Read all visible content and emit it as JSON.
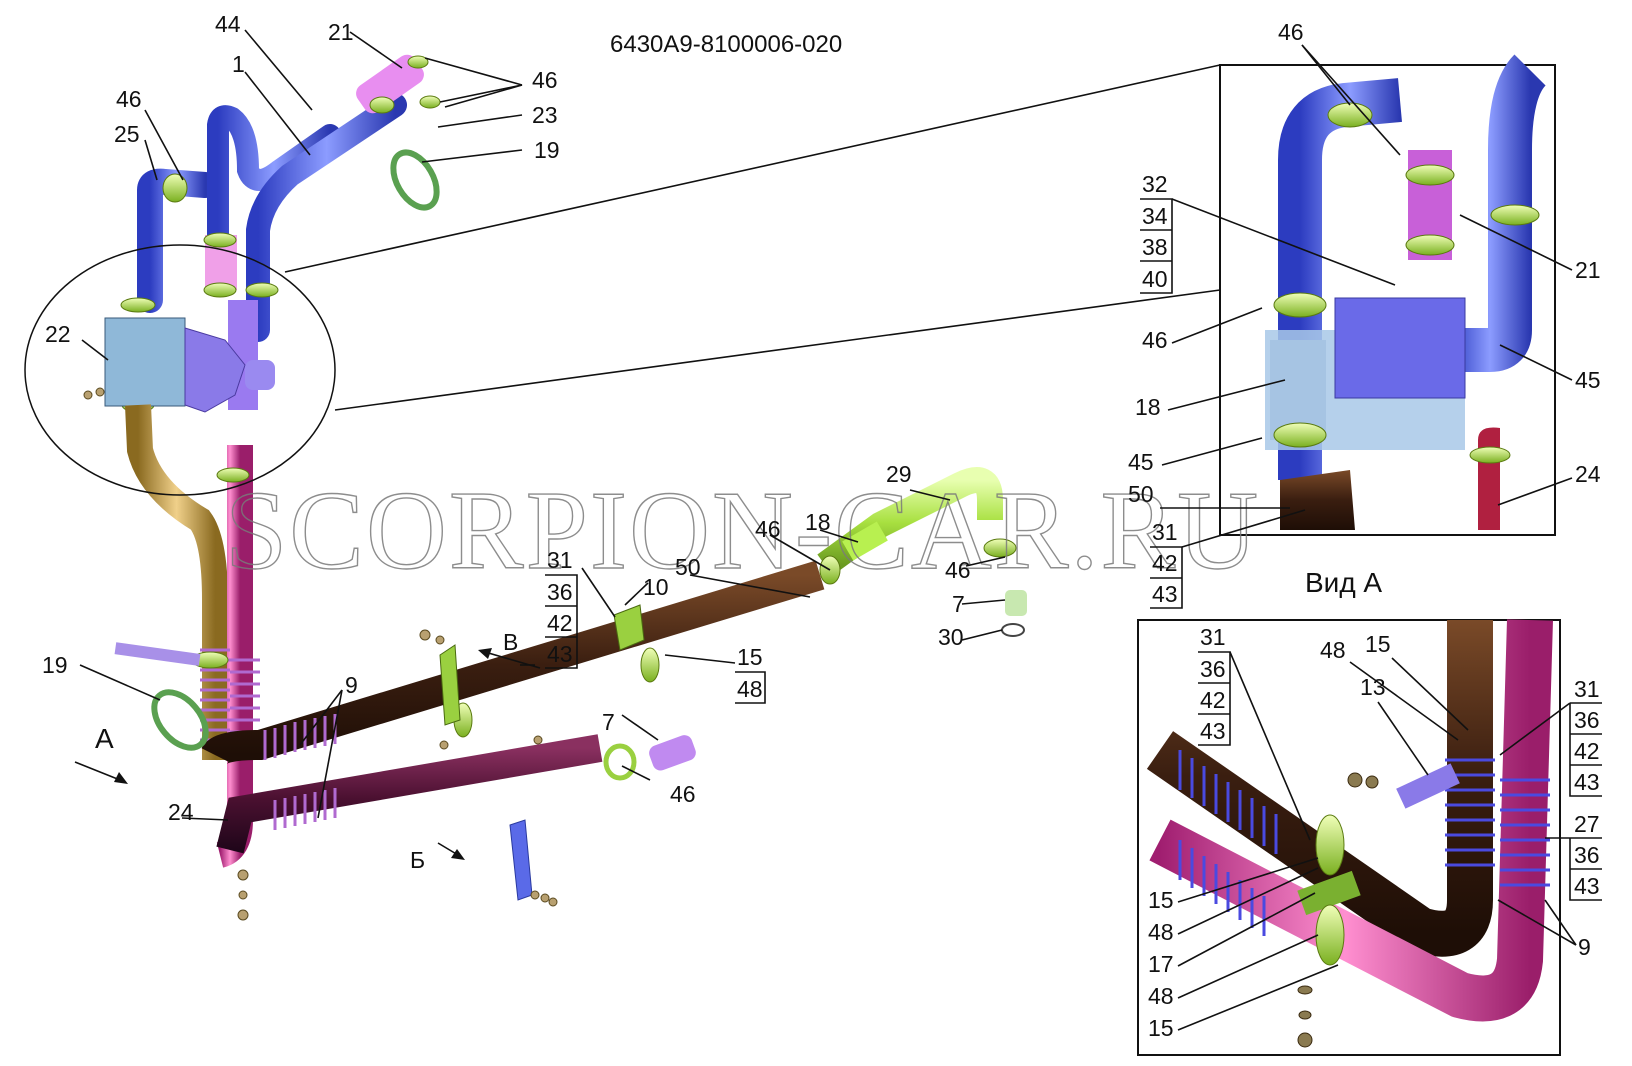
{
  "document_code": "6430A9-8100006-020",
  "watermark": "SCORPION-CAR.RU",
  "view_a_label": "Вид А",
  "arrow_a": "А",
  "arrow_b": "Б",
  "arrow_v": "В",
  "main_labels": {
    "n44": "44",
    "n21": "21",
    "n1": "1",
    "n46a": "46",
    "n23": "23",
    "n19a": "19",
    "n46b": "46",
    "n25": "25",
    "n22": "22",
    "n29": "29",
    "n46c": "46",
    "n18": "18",
    "n46d": "46",
    "n7a": "7",
    "n30": "30",
    "n50": "50",
    "n10": "10",
    "n19b": "19",
    "n9": "9",
    "n7b": "7",
    "n46e": "46",
    "n24": "24"
  },
  "group_31_36_42_43": [
    "31",
    "36",
    "42",
    "43"
  ],
  "group_15_48": [
    "15",
    "48"
  ],
  "detail_top": {
    "n46": "46",
    "group_32": [
      "32",
      "34",
      "38",
      "40"
    ],
    "n21": "21",
    "n46b": "46",
    "n45a": "45",
    "n18": "18",
    "n45b": "45",
    "n50": "50",
    "group_31": [
      "31",
      "42",
      "43"
    ],
    "n24": "24"
  },
  "detail_bottom": {
    "group_31_left": [
      "31",
      "36",
      "42",
      "43"
    ],
    "n48": "48",
    "n15": "15",
    "n13": "13",
    "group_31_right": [
      "31",
      "36",
      "42",
      "43"
    ],
    "group_27": [
      "27",
      "36",
      "43"
    ],
    "n9": "9",
    "n15b": "15",
    "n48b": "48",
    "n17": "17",
    "n48c": "48",
    "n15c": "15"
  },
  "colors": {
    "blue_pipe": "#4a5ee8",
    "violet_pipe": "#8a6df0",
    "pink_pipe": "#d94aa8",
    "gold_pipe": "#c9a24a",
    "brown_pipe": "#4a2a18",
    "maroon_pipe": "#5a1a3a",
    "green_clamp": "#b8e85a",
    "bracket_blue": "#8fb8d8",
    "lime_pipe": "#b8f050"
  }
}
